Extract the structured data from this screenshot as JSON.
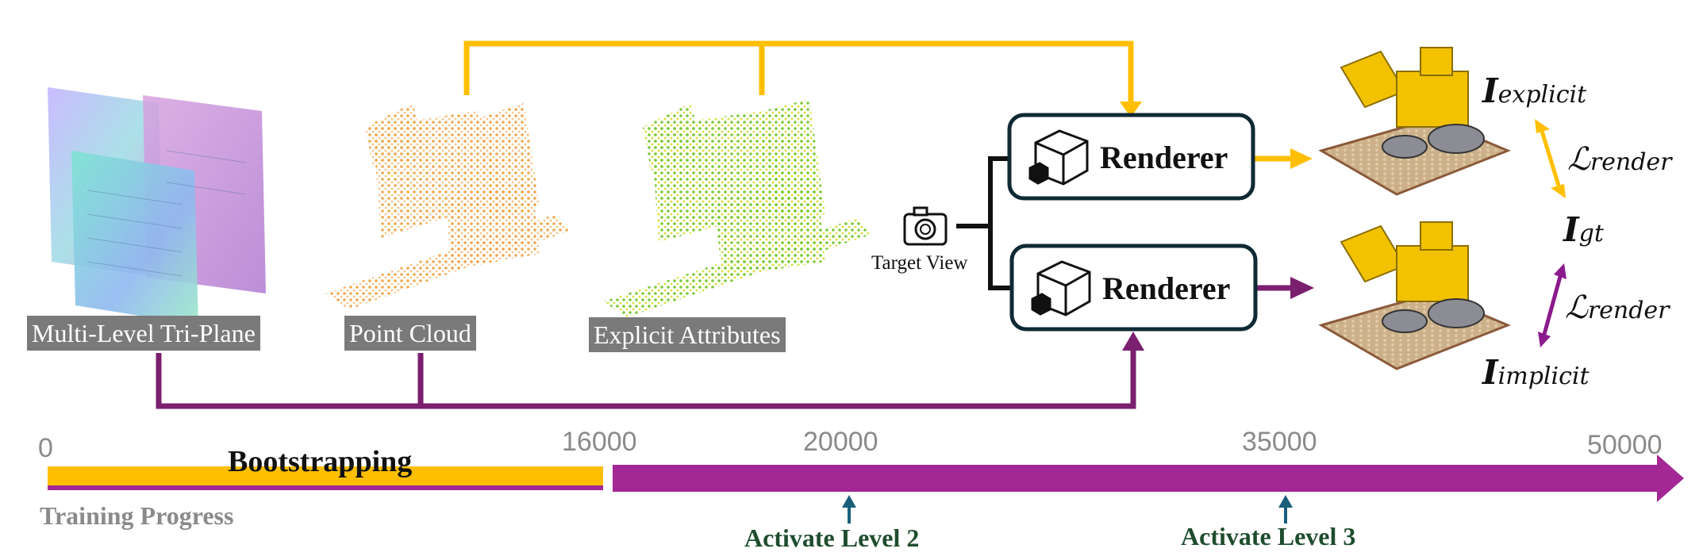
{
  "labels": {
    "tri_plane": "Multi-Level Tri-Plane",
    "point_cloud": "Point Cloud",
    "explicit_attributes": "Explicit Attributes",
    "target_view": "Target View",
    "renderer_top": "Renderer",
    "renderer_bottom": "Renderer",
    "i_explicit_main": "I",
    "i_explicit_sub": "explicit",
    "i_implicit_main": "I",
    "i_implicit_sub": "implicit",
    "i_gt_main": "I",
    "i_gt_sub": "gt",
    "l_render_top_main": "ℒ",
    "l_render_top_sub": "render",
    "l_render_bottom_main": "ℒ",
    "l_render_bottom_sub": "render"
  },
  "timeline": {
    "title": "Bootstrapping",
    "caption": "Training Progress",
    "ticks": [
      "0",
      "16000",
      "20000",
      "35000",
      "50000"
    ],
    "activations": [
      "Activate Level 2",
      "Activate Level 3"
    ]
  },
  "colors": {
    "explicit_path": "#ffbf00",
    "implicit_path": "#7b1f6f",
    "timeline_bar": "#a32794",
    "renderer_border": "#0f2a34",
    "activation_arrow": "#1a5f7a",
    "point_cloud": "#f0a850",
    "attributes": "#8ccf3a"
  }
}
